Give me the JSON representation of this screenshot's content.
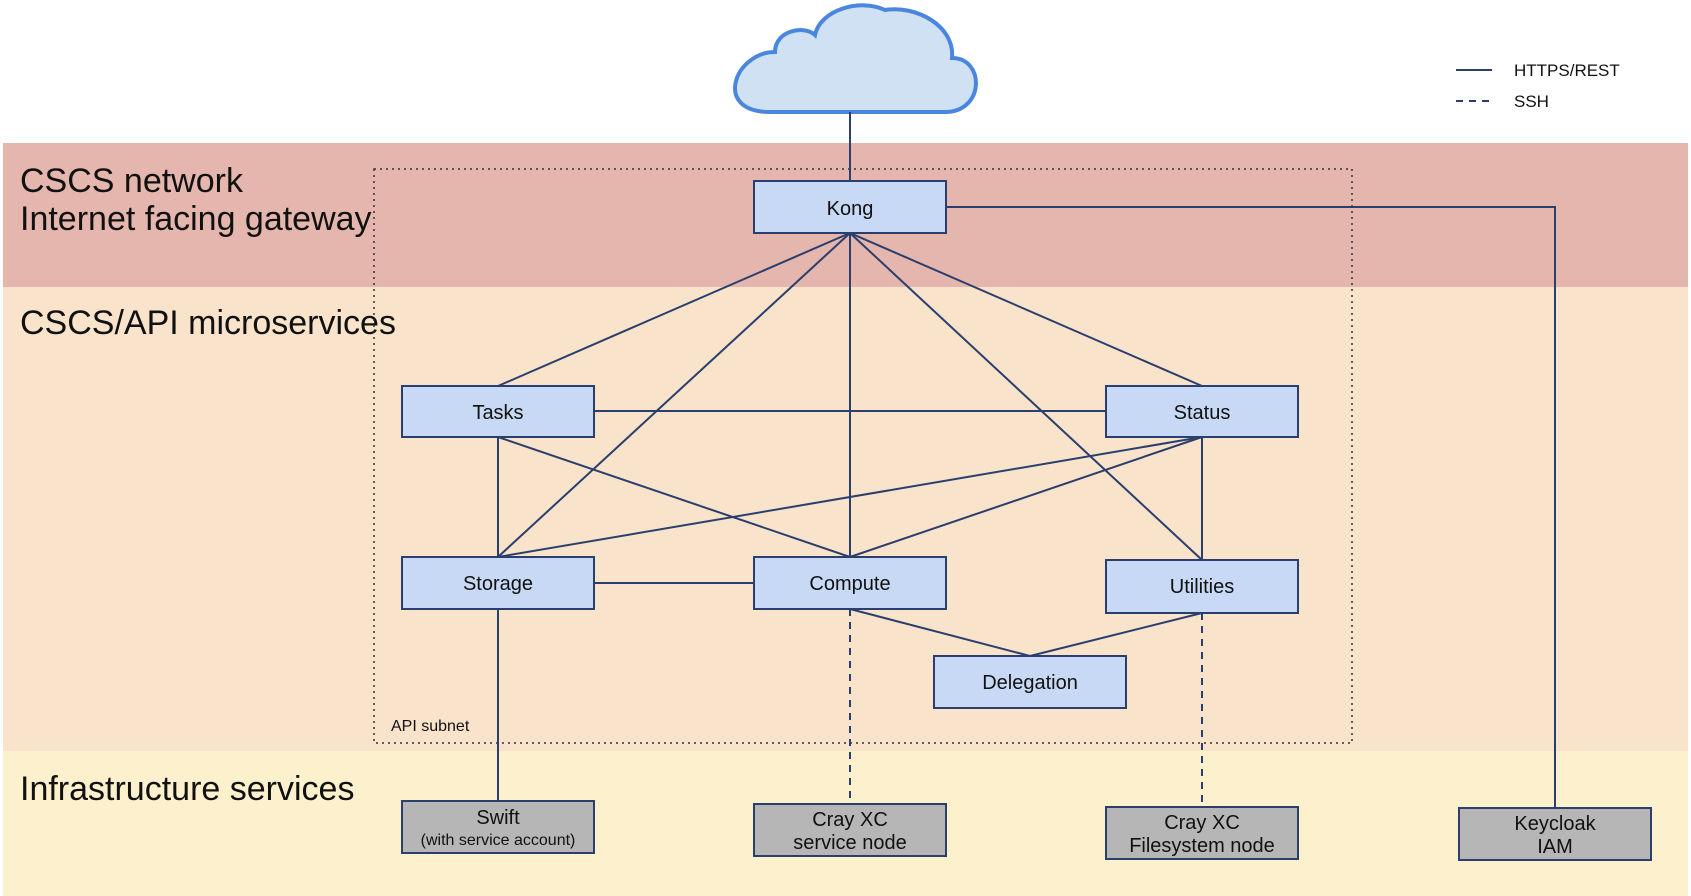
{
  "legend": {
    "https_label": "HTTPS/REST",
    "ssh_label": "SSH"
  },
  "zones": {
    "gateway_line1": "CSCS network",
    "gateway_line2": "Internet facing gateway",
    "microservices": "CSCS/API microservices",
    "infrastructure": "Infrastructure services",
    "subnet": "API subnet"
  },
  "nodes": {
    "kong": "Kong",
    "tasks": "Tasks",
    "status": "Status",
    "storage": "Storage",
    "compute": "Compute",
    "utilities": "Utilities",
    "delegation": "Delegation"
  },
  "infra": {
    "swift_line1": "Swift",
    "swift_line2": "(with service account)",
    "cray_service_line1": "Cray XC",
    "cray_service_line2": "service node",
    "cray_fs_line1": "Cray XC",
    "cray_fs_line2": "Filesystem node",
    "keycloak_line1": "Keycloak",
    "keycloak_line2": "IAM"
  },
  "colors": {
    "gateway_band": "#e4b6ad",
    "microservices_band": "#f9e3cb",
    "infrastructure_band": "#fdf0cc",
    "node_fill": "#c8d9f5",
    "infra_fill": "#b6b6b6",
    "edge": "#2b3f6e",
    "cloud_fill": "#cfe1f3",
    "cloud_stroke": "#4a86de"
  }
}
